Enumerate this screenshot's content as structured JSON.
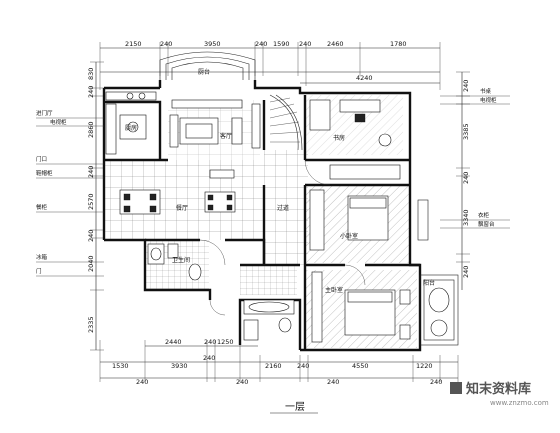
{
  "title": "一层",
  "watermark": {
    "brand": "知末资料库",
    "url": "www.znzmo.com"
  },
  "dimensions": {
    "top_row1": [
      "2150",
      "240",
      "3950",
      "240",
      "1590",
      "240",
      "2460",
      "1780"
    ],
    "top_row2": [
      "4240"
    ],
    "bottom_row1": [
      "2440",
      "240",
      "1250"
    ],
    "bottom_row2": [
      "1530",
      "3930",
      "240",
      "2160",
      "240",
      "4550",
      "1220"
    ],
    "bottom_row3": [
      "240",
      "240",
      "240",
      "240"
    ],
    "left": [
      "830",
      "240",
      "2860",
      "240",
      "2570",
      "240",
      "2040",
      "2335"
    ],
    "right": [
      "240",
      "3385",
      "240",
      "3340",
      "240"
    ]
  },
  "rooms": {
    "dining_nook": "厨台",
    "living": "客厅",
    "kitchen": "厨房",
    "dining": "餐厅",
    "corridor": "过道",
    "study": "书房",
    "small_bedroom": "小卧室",
    "bath": "卫生间",
    "master_bedroom": "主卧室",
    "balcony": "阳台"
  },
  "notes": {
    "left_1": "进门厅",
    "left_2": "电视柜",
    "left_3": "门口",
    "left_4": "鞋帽柜",
    "left_5": "餐柜",
    "left_6": "冰箱",
    "left_7": "门",
    "right_1": "书桌",
    "right_2": "电视柜",
    "right_3": "衣柜",
    "right_4": "飘窗台"
  }
}
